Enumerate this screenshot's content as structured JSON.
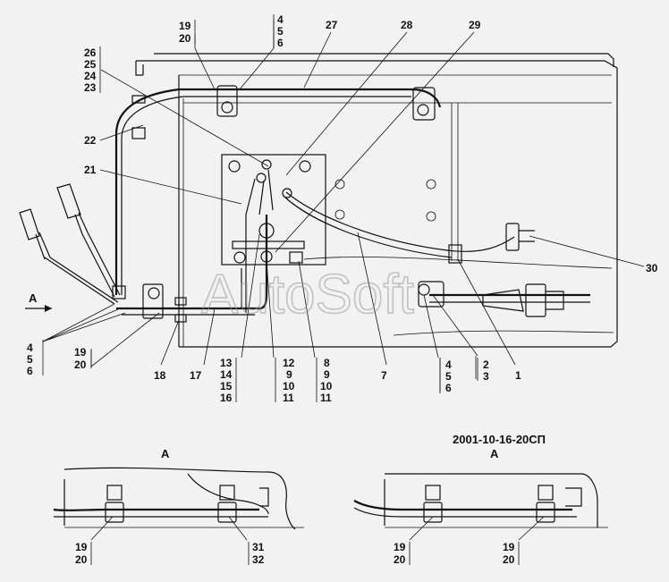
{
  "watermark": "AutoSoft",
  "doc_number": "2001-10-16-20СП",
  "views": {
    "main_view_marker": "А",
    "view_a_left_title": "А",
    "view_a_right_title": "А"
  },
  "callouts": {
    "c19_20_top": [
      "19",
      "20"
    ],
    "c4_5_6_top": [
      "4",
      "5",
      "6"
    ],
    "c26_23": [
      "26",
      "25",
      "24",
      "23"
    ],
    "c27": "27",
    "c28": "28",
    "c29": "29",
    "c22": "22",
    "c21": "21",
    "c30": "30",
    "c4_5_6_left": [
      "4",
      "5",
      "6"
    ],
    "c19_20_left": [
      "19",
      "20"
    ],
    "c18": "18",
    "c17": "17",
    "c13_16": [
      "13",
      "14",
      "15",
      "16"
    ],
    "c12_11": [
      "12",
      "9",
      "10",
      "11"
    ],
    "c8_11": [
      "8",
      "9",
      "10",
      "11"
    ],
    "c7": "7",
    "c4_5_6_mid": [
      "4",
      "5",
      "6"
    ],
    "c2_3": [
      "2",
      "3"
    ],
    "c1": "1",
    "c19_20_bl": [
      "19",
      "20"
    ],
    "c31_32": [
      "31",
      "32"
    ],
    "c19_20_br1": [
      "19",
      "20"
    ],
    "c19_20_br2": [
      "19",
      "20"
    ]
  }
}
